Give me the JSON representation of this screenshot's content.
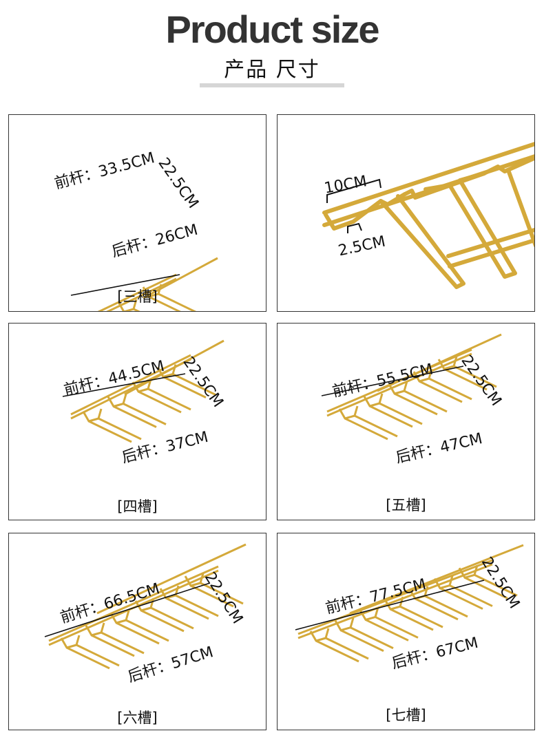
{
  "header": {
    "title": "Product size",
    "subtitle": "产品 尺寸"
  },
  "colors": {
    "rack_gold": "#d4a93a",
    "border": "#333333",
    "line": "#111111"
  },
  "panels": [
    {
      "front": "前杆：33.5CM",
      "depth": "22.5CM",
      "back": "后杆：26CM",
      "caption": "[三槽]",
      "slots": 3
    },
    {
      "width_label": "10CM",
      "slot_label": "2.5CM"
    },
    {
      "front": "前杆：44.5CM",
      "depth": "22.5CM",
      "back": "后杆：37CM",
      "caption": "[四槽]",
      "slots": 4
    },
    {
      "front": "前杆：55.5CM",
      "depth": "22.5CM",
      "back": "后杆：47CM",
      "caption": "[五槽]",
      "slots": 5
    },
    {
      "front": "前杆：66.5CM",
      "depth": "22.5CM",
      "back": "后杆：57CM",
      "caption": "[六槽]",
      "slots": 6
    },
    {
      "front": "前杆：77.5CM",
      "depth": "22.5CM",
      "back": "后杆：67CM",
      "caption": "[七槽]",
      "slots": 7
    }
  ]
}
